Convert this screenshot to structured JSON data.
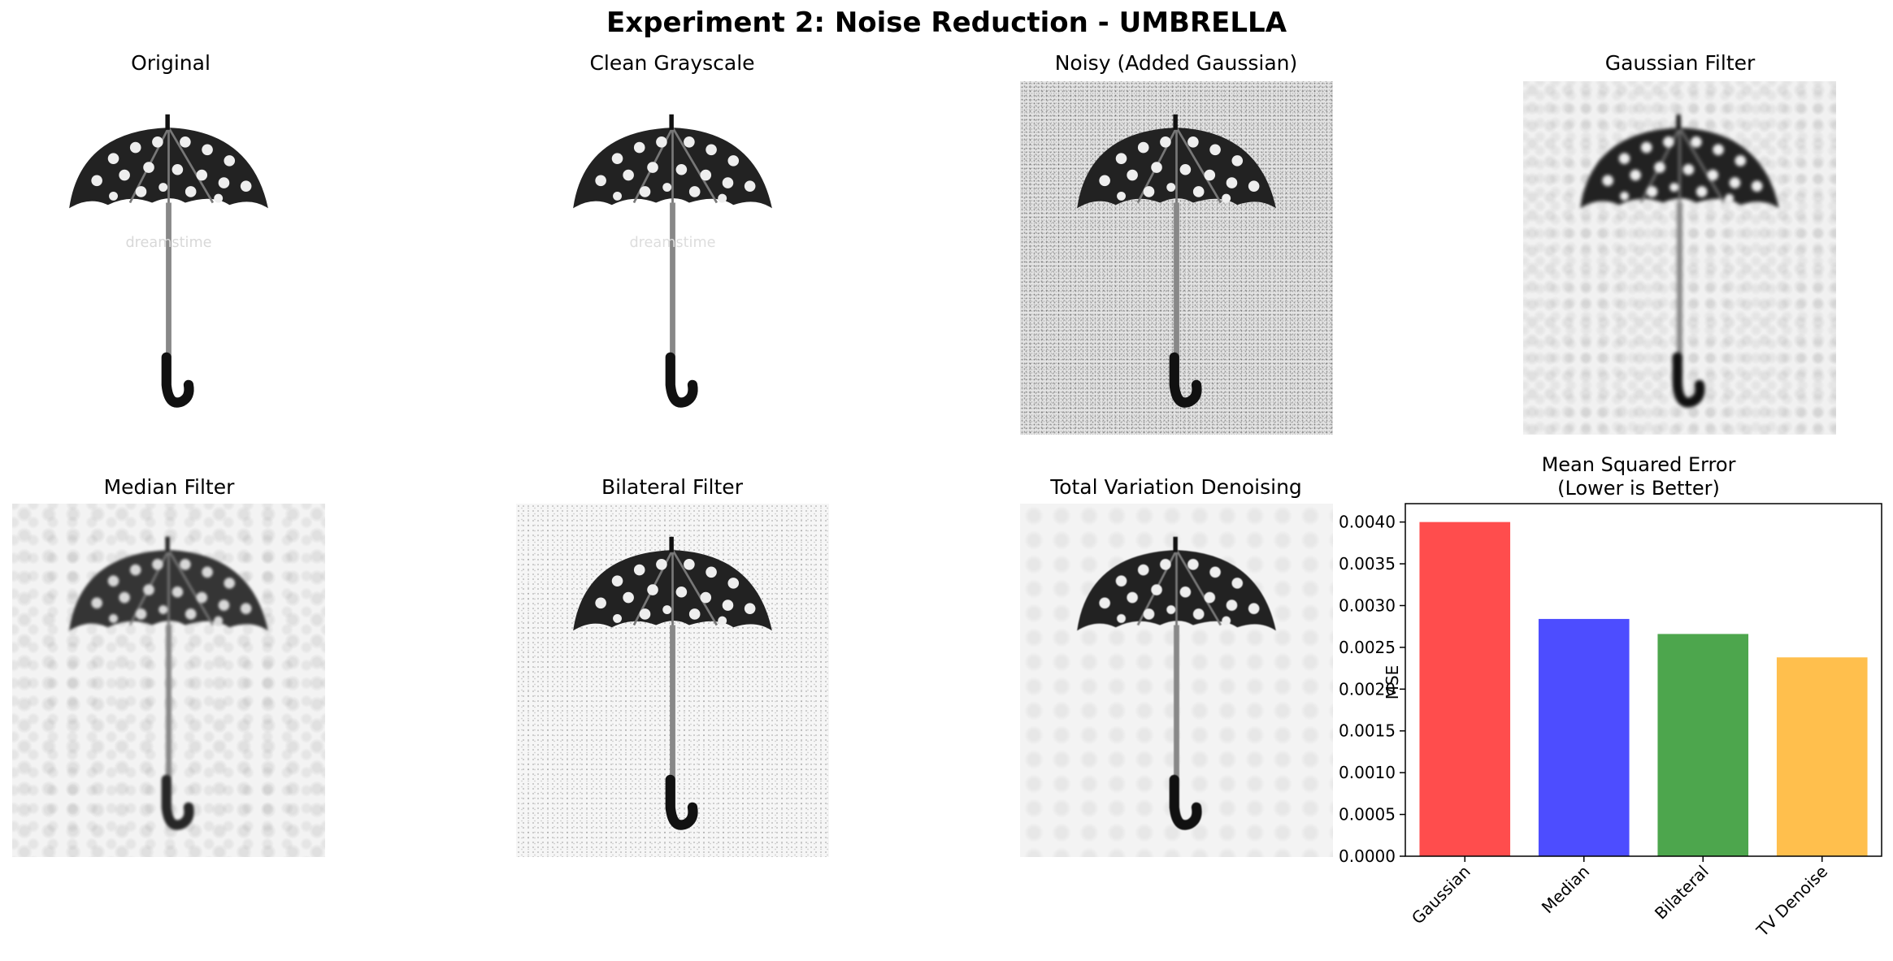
{
  "suptitle": "Experiment 2: Noise Reduction - UMBRELLA",
  "panels": {
    "original": "Original",
    "clean": "Clean Grayscale",
    "noisy": "Noisy (Added Gaussian)",
    "gaussian": "Gaussian Filter",
    "median": "Median Filter",
    "bilateral": "Bilateral Filter",
    "tv": "Total Variation Denoising"
  },
  "watermark": "dreamstime",
  "chart_data": {
    "type": "bar",
    "title": "Mean Squared Error\n(Lower is Better)",
    "title_lines": [
      "Mean Squared Error",
      "(Lower is Better)"
    ],
    "xlabel": "",
    "ylabel": "MSE",
    "categories": [
      "Gaussian",
      "Median",
      "Bilateral",
      "TV Denoise"
    ],
    "values": [
      0.004,
      0.00284,
      0.00266,
      0.00238
    ],
    "colors": [
      "#ff4d4d",
      "#4d4dff",
      "#4da64d",
      "#ffbf4d"
    ],
    "ylim": [
      0,
      0.00422
    ],
    "yticks": [
      "0.0000",
      "0.0005",
      "0.0010",
      "0.0015",
      "0.0020",
      "0.0025",
      "0.0030",
      "0.0035",
      "0.0040"
    ],
    "ytick_values": [
      0,
      0.0005,
      0.001,
      0.0015,
      0.002,
      0.0025,
      0.003,
      0.0035,
      0.004
    ],
    "grid": false
  }
}
